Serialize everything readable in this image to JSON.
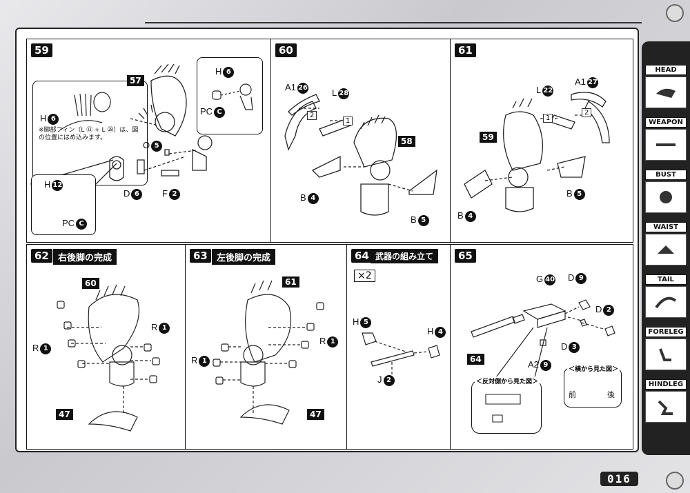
{
  "page_number": "016",
  "side_nav": [
    {
      "label": "HEAD",
      "icon": "head-thumb-icon"
    },
    {
      "label": "WEAPON",
      "icon": "weapon-thumb-icon"
    },
    {
      "label": "BUST",
      "icon": "bust-thumb-icon"
    },
    {
      "label": "WAIST",
      "icon": "waist-thumb-icon"
    },
    {
      "label": "TAIL",
      "icon": "tail-thumb-icon"
    },
    {
      "label": "FORELEG",
      "icon": "foreleg-thumb-icon"
    },
    {
      "label": "HINDLEG",
      "icon": "hindleg-thumb-icon"
    }
  ],
  "steps": {
    "s59": {
      "num": "59",
      "note": "※脚部フィン（L ⑫ + L ㉘）は、図の位置にはめ込みます。",
      "labels": {
        "h6_a": "H",
        "h6_a_n": "6",
        "h6_b": "H",
        "h6_b_n": "6",
        "pc_top": "PC",
        "pc_top_n": "C",
        "o5": "O",
        "o5_n": "5",
        "d6": "D",
        "d6_n": "6",
        "f2": "F",
        "f2_n": "2",
        "h12": "H",
        "h12_n": "12",
        "pc_bot": "PC",
        "pc_bot_n": "C",
        "ref57": "57"
      }
    },
    "s60": {
      "num": "60",
      "labels": {
        "a1": "A1",
        "a1_n": "26",
        "l": "L",
        "l_n": "28",
        "b4": "B",
        "b4_n": "4",
        "b5": "B",
        "b5_n": "5",
        "ref58": "58",
        "arrow2": "2",
        "arrow1": "1"
      }
    },
    "s61": {
      "num": "61",
      "labels": {
        "l": "L",
        "l_n": "22",
        "a1": "A1",
        "a1_n": "27",
        "b4": "B",
        "b4_n": "4",
        "b5": "B",
        "b5_n": "5",
        "ref59": "59",
        "arrow1": "1",
        "arrow2": "2"
      }
    },
    "s62": {
      "num": "62",
      "title": "右後脚の完成",
      "labels": {
        "ref60": "60",
        "r_left": "R",
        "r_left_n": "1",
        "r_right": "R",
        "r_right_n": "1",
        "ref47": "47"
      }
    },
    "s63": {
      "num": "63",
      "title": "左後脚の完成",
      "labels": {
        "ref61": "61",
        "r_left": "R",
        "r_left_n": "1",
        "r_right": "R",
        "r_right_n": "1",
        "ref47": "47"
      }
    },
    "s64": {
      "num": "64",
      "title": "武器の組み立て",
      "times": "×2",
      "labels": {
        "h5": "H",
        "h5_n": "5",
        "h4": "H",
        "h4_n": "4",
        "j2": "J",
        "j2_n": "2"
      }
    },
    "s65": {
      "num": "65",
      "labels": {
        "g40": "G",
        "g40_n": "40",
        "d9": "D",
        "d9_n": "9",
        "d2": "D",
        "d2_n": "2",
        "d3": "D",
        "d3_n": "3",
        "a29": "A2",
        "a29_n": "9",
        "ref64": "64"
      },
      "view_opposite": "＜反対側から見た図＞",
      "view_side": "＜横から見た図＞",
      "front": "前",
      "back": "後"
    }
  }
}
